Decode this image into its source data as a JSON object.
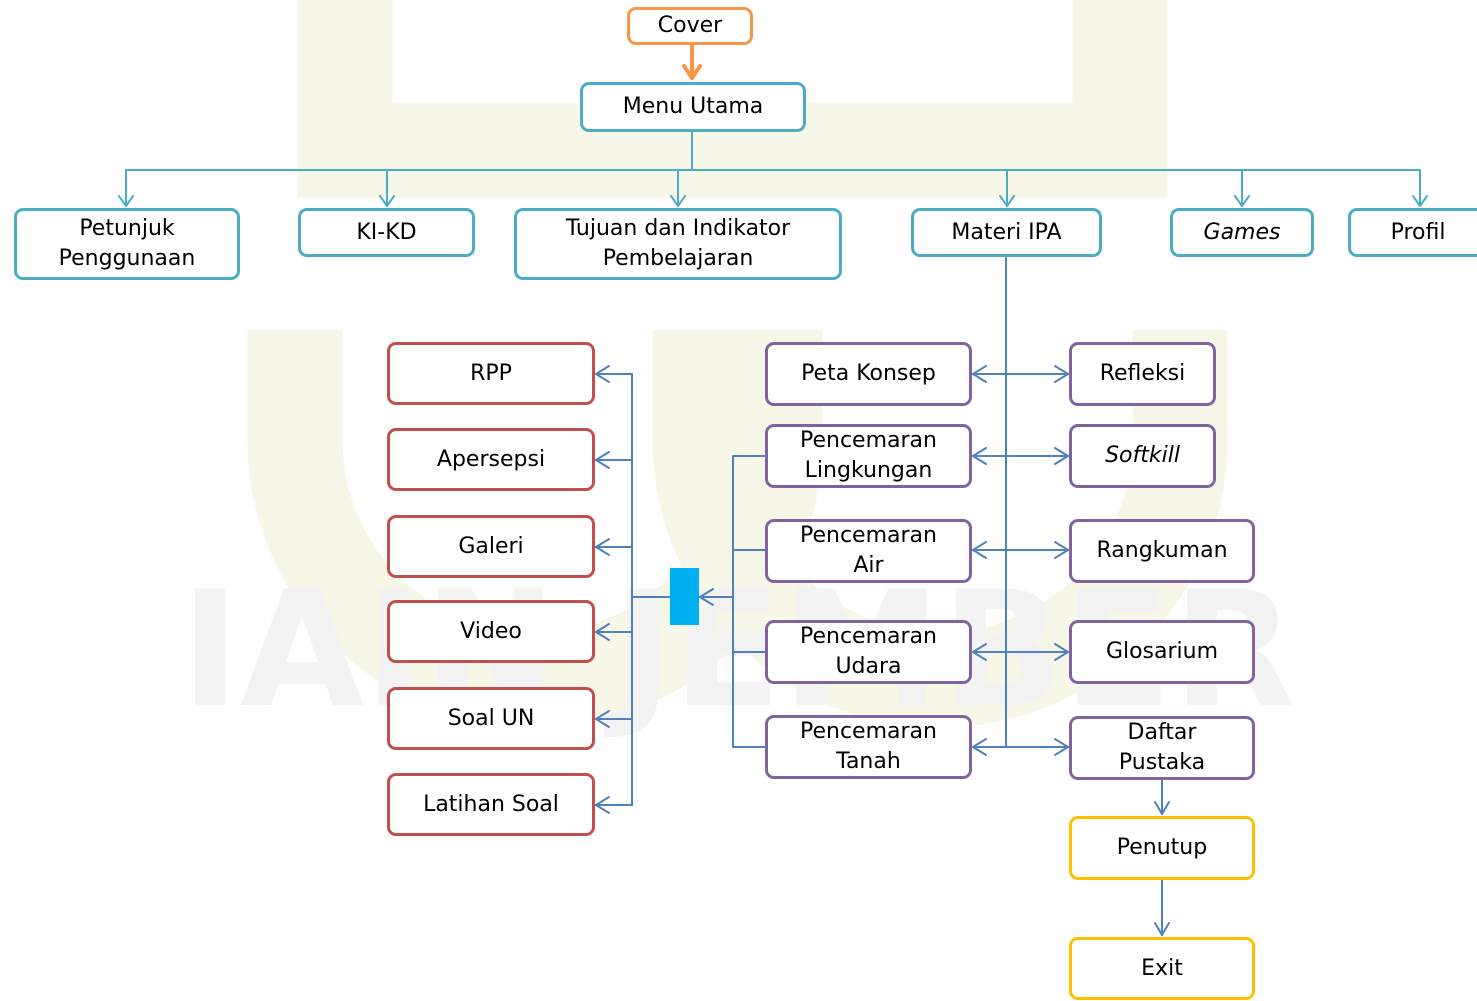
{
  "colors": {
    "teal": "#4bacc6",
    "orange": "#f79646",
    "red": "#c0504d",
    "purple": "#8064a2",
    "yellow": "#ffc000",
    "hub": "#00b0f0",
    "connector_blue": "#4f81bd",
    "watermark": "#f7f7e8"
  },
  "nodes": {
    "cover": "Cover",
    "menu_utama": "Menu Utama",
    "petunjuk": "Petunjuk\nPenggunaan",
    "ki_kd": "KI-KD",
    "tujuan": "Tujuan dan Indikator\nPembelajaran",
    "materi_ipa": "Materi IPA",
    "games": "Games",
    "profil": "Profil",
    "rpp": "RPP",
    "apersepsi": "Apersepsi",
    "galeri": "Galeri",
    "video": "Video",
    "soal_un": "Soal UN",
    "latihan_soal": "Latihan Soal",
    "peta_konsep": "Peta Konsep",
    "p_lingkungan": "Pencemaran\nLingkungan",
    "p_air": "Pencemaran\nAir",
    "p_udara": "Pencemaran\nUdara",
    "p_tanah": "Pencemaran\nTanah",
    "refleksi": "Refleksi",
    "softkill": "Softkill",
    "rangkuman": "Rangkuman",
    "glosarium": "Glosarium",
    "daftar_pustaka": "Daftar\nPustaka",
    "penutup": "Penutup",
    "exit": "Exit"
  },
  "watermark": {
    "text": "IAIN JEMBER"
  }
}
